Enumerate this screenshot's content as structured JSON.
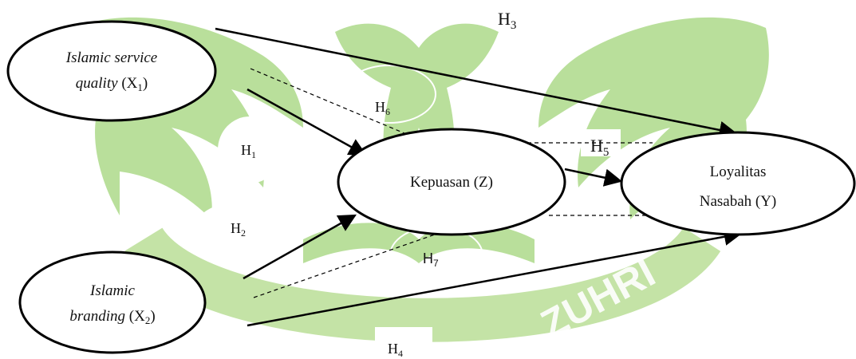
{
  "watermark": {
    "color": "#b9df9b",
    "ring_color": "#c4e3a6",
    "ring_text": "ZUHRI"
  },
  "nodes": {
    "x1": {
      "line1": "Islamic service",
      "line2_italic": "quality",
      "line2_tail": " (X",
      "sub": "1",
      "close": ")"
    },
    "x2": {
      "line1": "Islamic",
      "line2_italic": "branding",
      "line2_tail": " (X",
      "sub": "2",
      "close": ")"
    },
    "z": {
      "label": "Kepuasan (Z)"
    },
    "y": {
      "line1": "Loyalitas",
      "line2": "Nasabah (Y)"
    }
  },
  "hypotheses": {
    "h1": {
      "main": "H",
      "sub": "1"
    },
    "h2": {
      "main": "H",
      "sub": "2"
    },
    "h3": {
      "main": "H",
      "sub": "3"
    },
    "h4": {
      "main": "H",
      "sub": "4"
    },
    "h5": {
      "main": "H",
      "sub": "5"
    },
    "h6": {
      "main": "H",
      "sub": "6"
    },
    "h7": {
      "main": "H",
      "sub": "7"
    }
  }
}
